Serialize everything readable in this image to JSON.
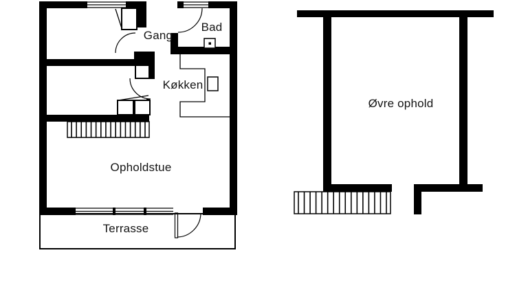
{
  "colors": {
    "wall": "#000000",
    "background": "#ffffff",
    "text": "#141414"
  },
  "floor_plans": [
    {
      "id": "ground-floor",
      "rooms": [
        {
          "label": "Gang"
        },
        {
          "label": "Bad"
        },
        {
          "label": "Køkken"
        },
        {
          "label": "Opholdstue"
        },
        {
          "label": "Terrasse"
        }
      ]
    },
    {
      "id": "upper-floor",
      "rooms": [
        {
          "label": "Øvre ophold"
        }
      ]
    }
  ]
}
